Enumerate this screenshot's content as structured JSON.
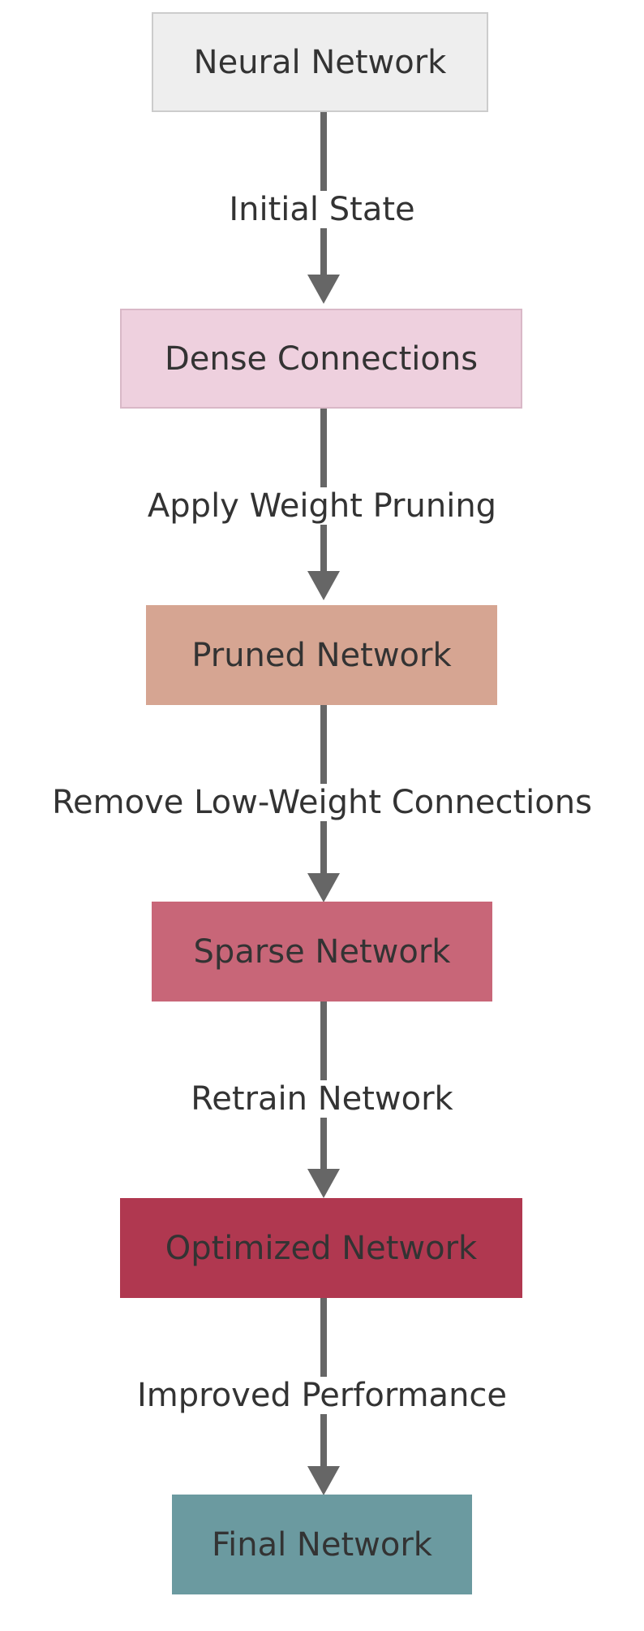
{
  "nodes": [
    {
      "label": "Neural Network",
      "fill": "#eeeeee",
      "stroke": "#cccccc",
      "text_color": "#333333"
    },
    {
      "label": "Dense Connections",
      "fill": "#eed0de",
      "stroke": "#d9b8c7",
      "text_color": "#333333"
    },
    {
      "label": "Pruned Network",
      "fill": "#d6a592",
      "stroke": "#d6a592",
      "text_color": "#333333"
    },
    {
      "label": "Sparse Network",
      "fill": "#c86678",
      "stroke": "#c86678",
      "text_color": "#333333"
    },
    {
      "label": "Optimized Network",
      "fill": "#b03850",
      "stroke": "#b03850",
      "text_color": "#333333"
    },
    {
      "label": "Final Network",
      "fill": "#6b9aa0",
      "stroke": "#6b9aa0",
      "text_color": "#333333"
    }
  ],
  "edges": [
    {
      "label": "Initial State"
    },
    {
      "label": "Apply Weight Pruning"
    },
    {
      "label": "Remove Low-Weight Connections"
    },
    {
      "label": "Retrain Network"
    },
    {
      "label": "Improved Performance"
    }
  ],
  "edge_color": "#666666"
}
